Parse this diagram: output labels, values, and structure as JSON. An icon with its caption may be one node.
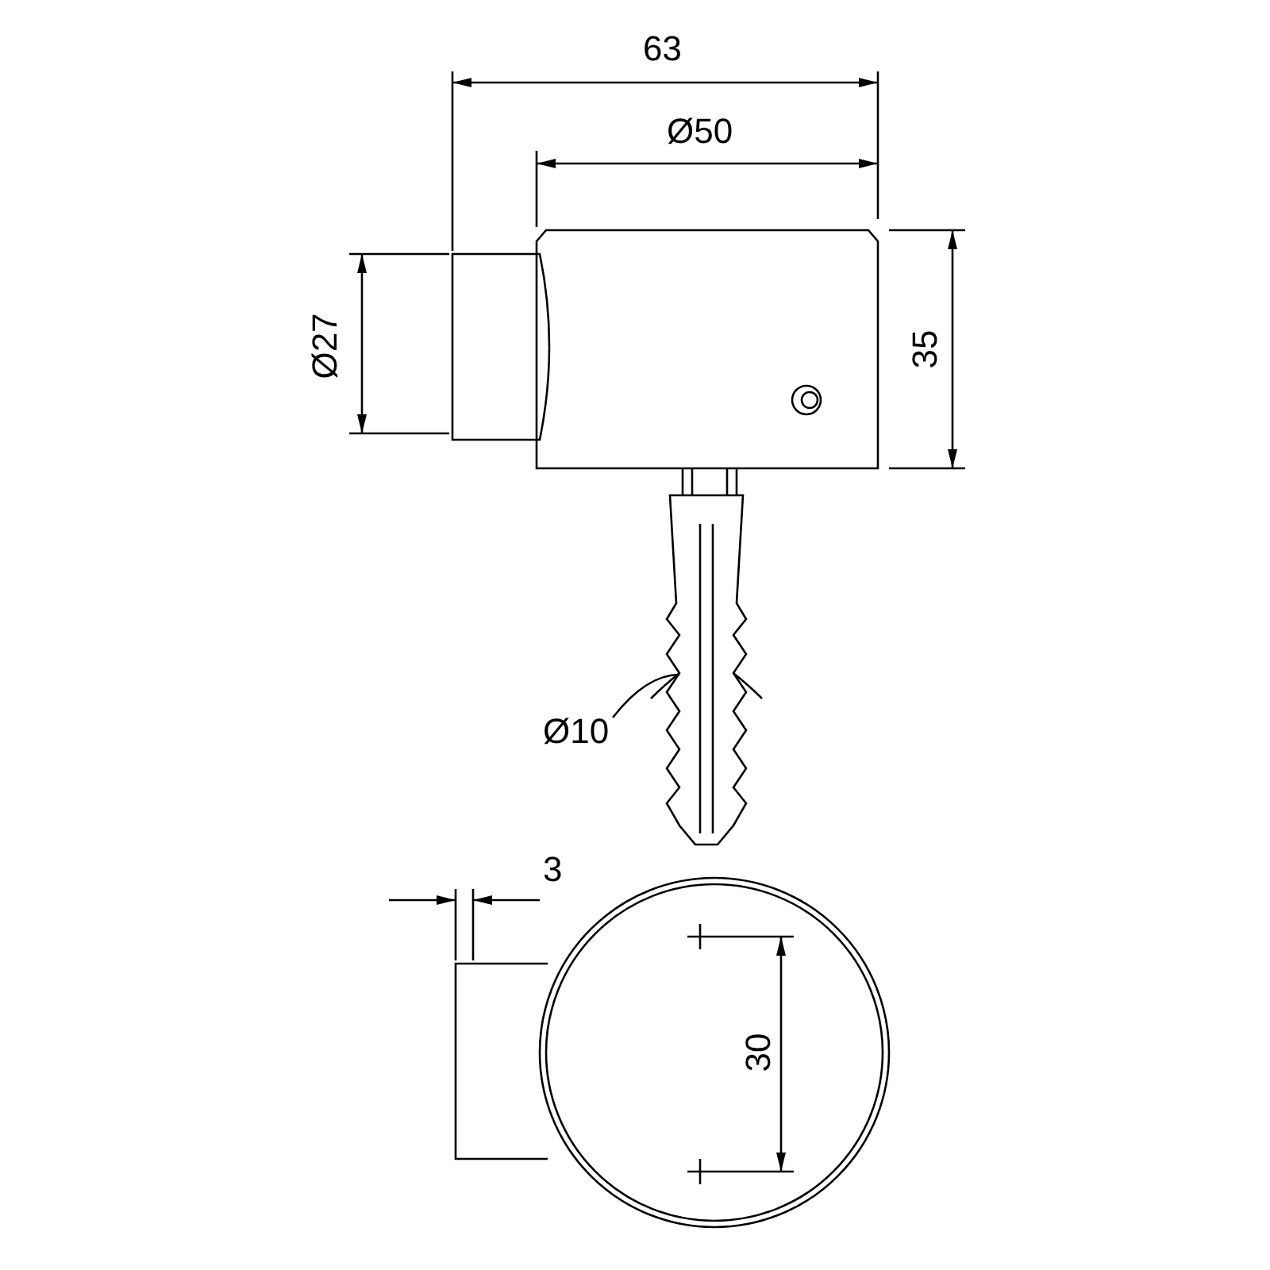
{
  "diagram": {
    "nodes": [
      {
        "text": [
          "Ø10"
        ]
      },
      {
        "text": [],
        "shape": "picture"
      }
    ],
    "edges": [
      {
        "from": 0,
        "to": 1,
        "arrow": "none"
      }
    ],
    "labels": [
      "63",
      "Ø50",
      "Ø27",
      "35",
      "3",
      "30"
    ]
  }
}
